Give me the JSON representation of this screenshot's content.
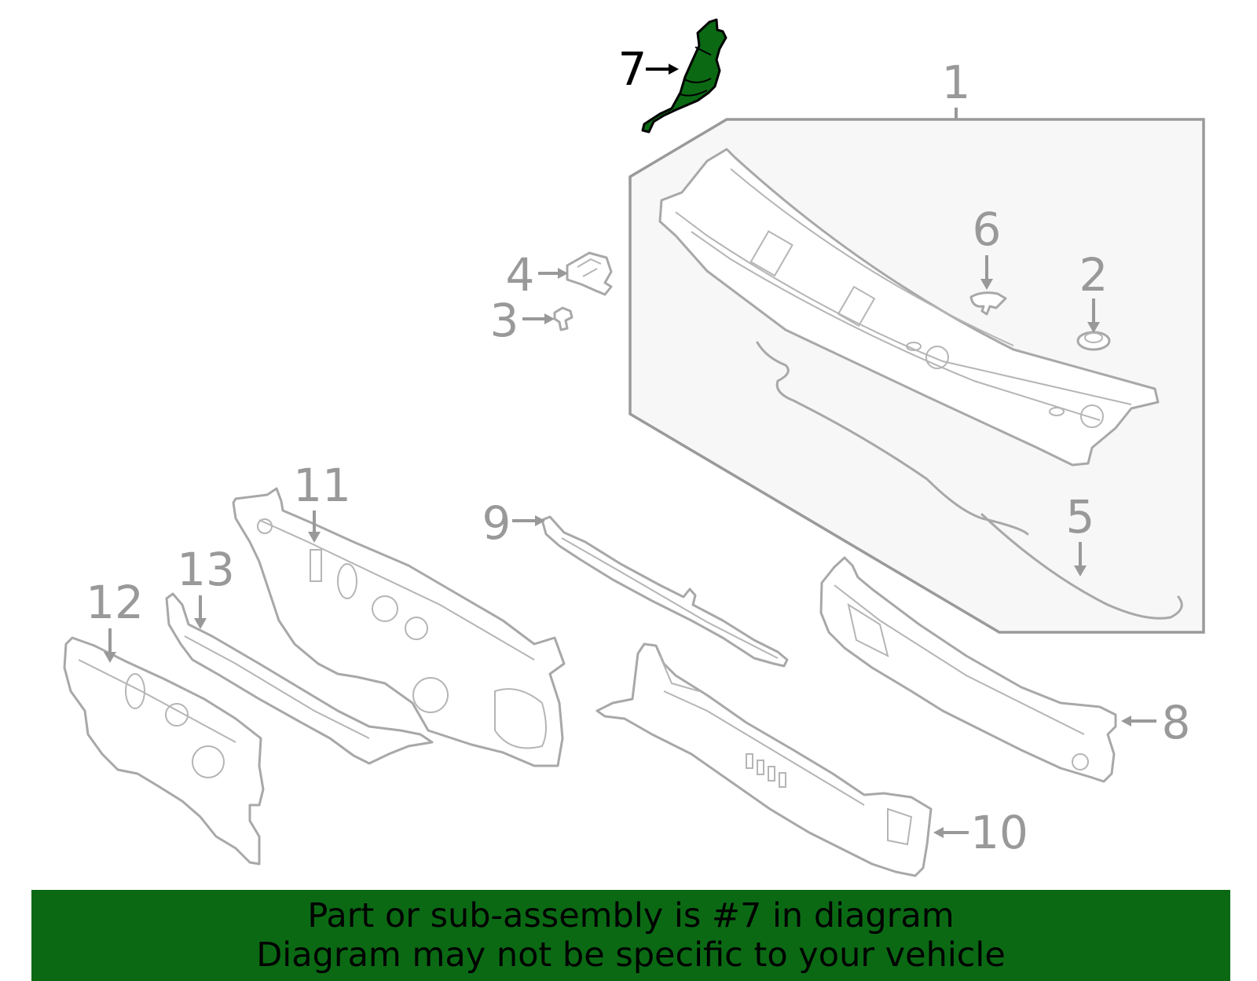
{
  "callouts": {
    "c1": "1",
    "c2": "2",
    "c3": "3",
    "c4": "4",
    "c5": "5",
    "c6": "6",
    "c7": "7",
    "c8": "8",
    "c9": "9",
    "c10": "10",
    "c11": "11",
    "c12": "12",
    "c13": "13"
  },
  "banner": {
    "line1": "Part or sub-assembly is #7 in diagram",
    "line2": "Diagram may not be specific to your vehicle"
  },
  "colors": {
    "highlight_part": "#0b6914",
    "banner_background": "#0b6914",
    "callout_text": "#999999",
    "highlight_callout": "#000000"
  }
}
